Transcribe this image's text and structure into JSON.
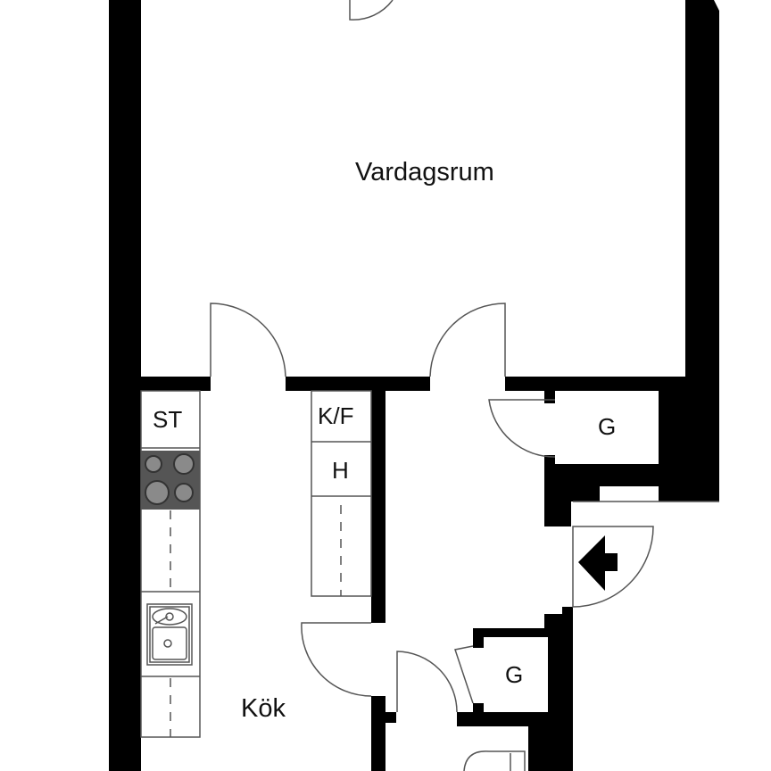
{
  "floorplan": {
    "rooms": {
      "living_room": "Vardagsrum",
      "kitchen": "Kök"
    },
    "fixtures": {
      "stove": "ST",
      "fridge_freezer": "K/F",
      "cabinet": "H",
      "closet_upper": "G",
      "closet_lower": "G"
    },
    "symbols": {
      "entrance": "entrance-arrow-icon"
    },
    "colors": {
      "wall": "#000000",
      "line": "#555555",
      "stove_top": "#555555",
      "burner": "#8a8a8a",
      "background": "#ffffff"
    }
  }
}
